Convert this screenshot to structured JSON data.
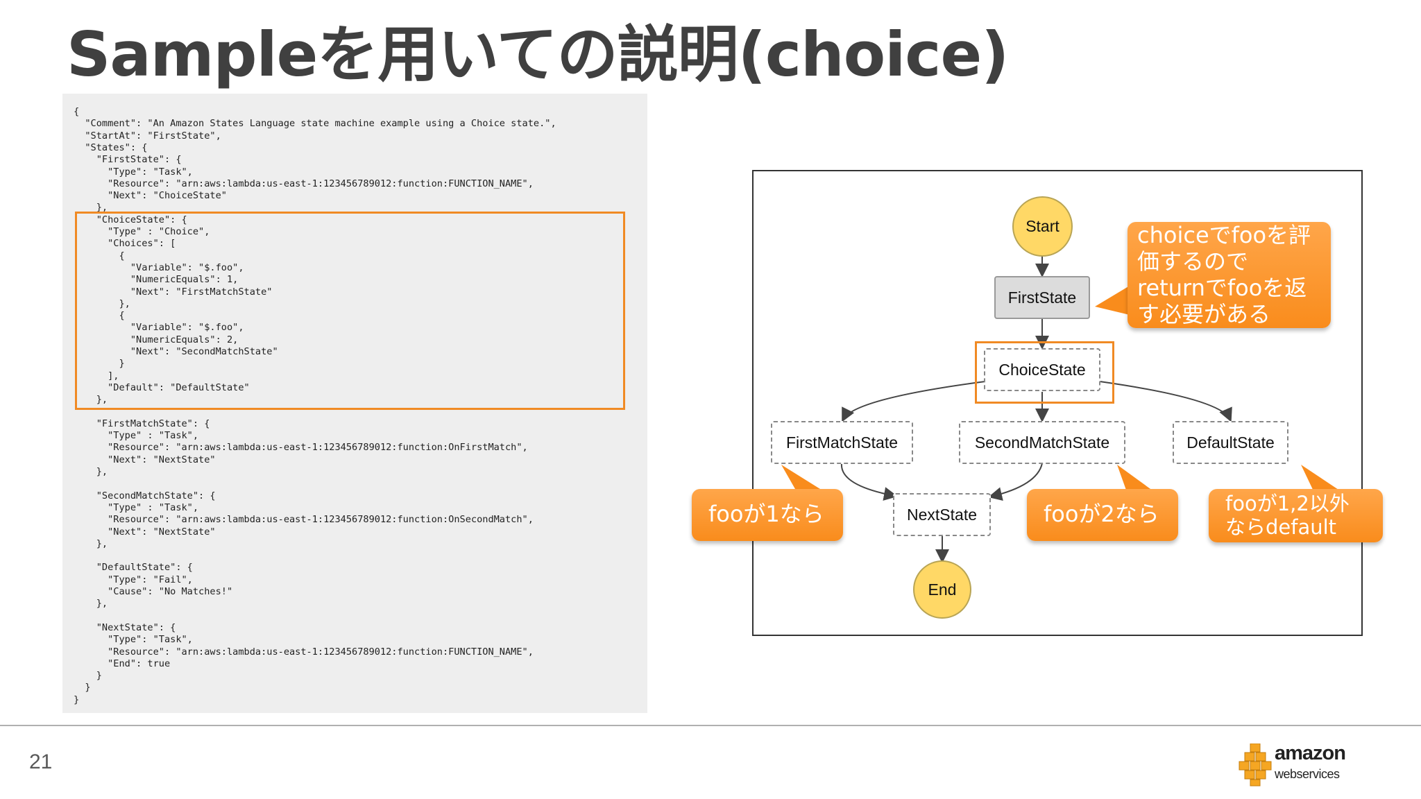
{
  "slide": {
    "title": "Sampleを用いての説明(choice)",
    "page_number": "21"
  },
  "code": {
    "lines": [
      "{",
      "  \"Comment\": \"An Amazon States Language state machine example using a Choice state.\",",
      "  \"StartAt\": \"FirstState\",",
      "  \"States\": {",
      "    \"FirstState\": {",
      "      \"Type\": \"Task\",",
      "      \"Resource\": \"arn:aws:lambda:us-east-1:123456789012:function:FUNCTION_NAME\",",
      "      \"Next\": \"ChoiceState\"",
      "    },",
      "    \"ChoiceState\": {",
      "      \"Type\" : \"Choice\",",
      "      \"Choices\": [",
      "        {",
      "          \"Variable\": \"$.foo\",",
      "          \"NumericEquals\": 1,",
      "          \"Next\": \"FirstMatchState\"",
      "        },",
      "        {",
      "          \"Variable\": \"$.foo\",",
      "          \"NumericEquals\": 2,",
      "          \"Next\": \"SecondMatchState\"",
      "        }",
      "      ],",
      "      \"Default\": \"DefaultState\"",
      "    },",
      "",
      "    \"FirstMatchState\": {",
      "      \"Type\" : \"Task\",",
      "      \"Resource\": \"arn:aws:lambda:us-east-1:123456789012:function:OnFirstMatch\",",
      "      \"Next\": \"NextState\"",
      "    },",
      "",
      "    \"SecondMatchState\": {",
      "      \"Type\" : \"Task\",",
      "      \"Resource\": \"arn:aws:lambda:us-east-1:123456789012:function:OnSecondMatch\",",
      "      \"Next\": \"NextState\"",
      "    },",
      "",
      "    \"DefaultState\": {",
      "      \"Type\": \"Fail\",",
      "      \"Cause\": \"No Matches!\"",
      "    },",
      "",
      "    \"NextState\": {",
      "      \"Type\": \"Task\",",
      "      \"Resource\": \"arn:aws:lambda:us-east-1:123456789012:function:FUNCTION_NAME\",",
      "      \"End\": true",
      "    }",
      "  }",
      "}"
    ]
  },
  "diagram": {
    "nodes": {
      "start": "Start",
      "first_state": "FirstState",
      "choice_state": "ChoiceState",
      "first_match_state": "FirstMatchState",
      "second_match_state": "SecondMatchState",
      "default_state": "DefaultState",
      "next_state": "NextState",
      "end": "End"
    },
    "callouts": {
      "choice_note": [
        "choiceでfooを評",
        "価するので",
        "returnでfooを返",
        "す必要がある"
      ],
      "foo1": "fooが1なら",
      "foo2": "fooが2なら",
      "foo_default": [
        "fooが1,2以外",
        "ならdefault"
      ]
    }
  },
  "logo": {
    "brand": "amazon",
    "sub": "webservices"
  },
  "colors": {
    "accent_orange": "#f08a24",
    "callout_orange": "#f98c1c",
    "terminal_yellow": "#ffd866",
    "title_gray": "#404040",
    "code_panel_bg": "#eeeeee"
  }
}
